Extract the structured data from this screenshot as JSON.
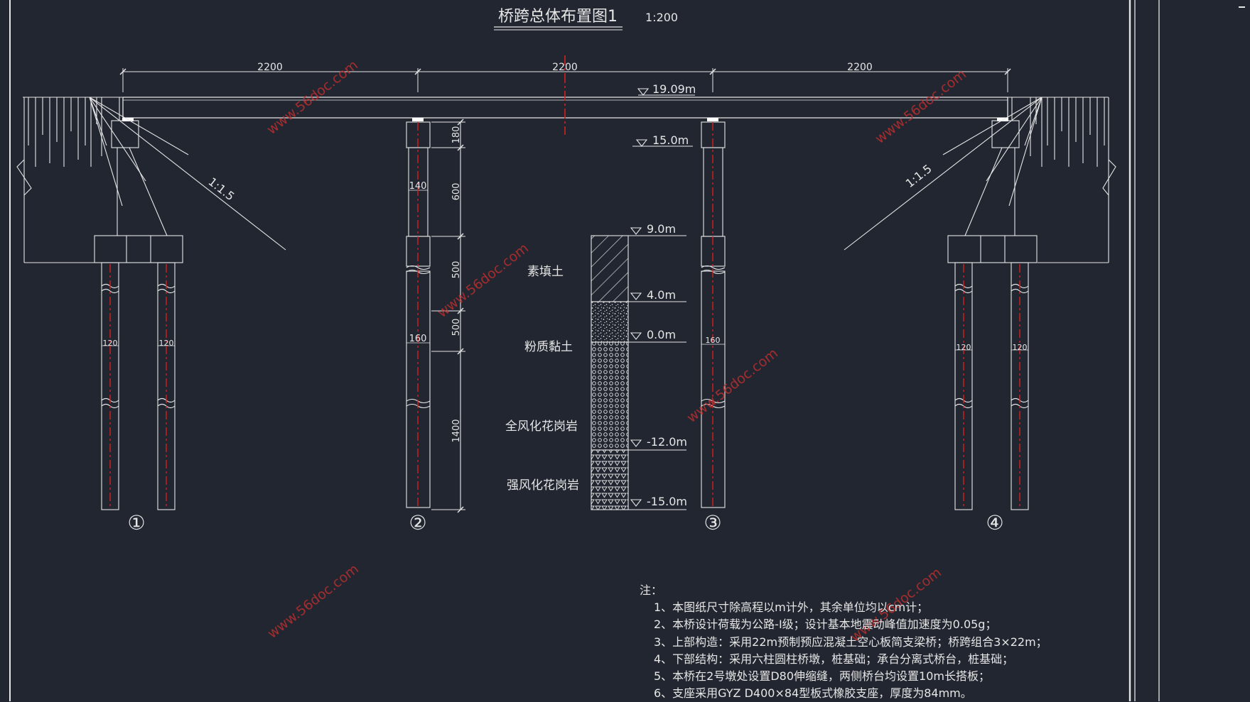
{
  "drawing": {
    "title": "桥跨总体布置图1",
    "scale": "1:200"
  },
  "spans": [
    {
      "label": "2200"
    },
    {
      "label": "2200"
    },
    {
      "label": "2200"
    }
  ],
  "elevations": {
    "deck": "19.09m",
    "cap": "15.0m",
    "e9": "9.0m",
    "e4": "4.0m",
    "e0": "0.0m",
    "em12": "-12.0m",
    "em15": "-15.0m"
  },
  "pier_dims": {
    "cap_height": "180",
    "col_width": "140",
    "seg_600": "600",
    "seg_500a": "500",
    "seg_500b": "500",
    "pile_width": "160",
    "seg_1400": "1400",
    "pier3_pile_width": "160"
  },
  "abutment_dims": {
    "pile_a": "120",
    "pile_b": "120",
    "pile_c": "120",
    "pile_d": "120"
  },
  "slopes": {
    "left": "1:1.5",
    "right": "1:1.5"
  },
  "soil_layers": [
    {
      "name": "素填土"
    },
    {
      "name": "粉质黏土"
    },
    {
      "name": "全风化花岗岩"
    },
    {
      "name": "强风化花岗岩"
    }
  ],
  "pier_numbers": [
    "①",
    "②",
    "③",
    "④"
  ],
  "watermark": "www.56doc.com",
  "notes": {
    "heading": "注：",
    "items": [
      "1、本图纸尺寸除高程以m计外，其余单位均以cm计；",
      "2、本桥设计荷载为公路-Ⅰ级；设计基本地震动峰值加速度为0.05g；",
      "3、上部构造：采用22m预制预应混凝土空心板简支梁桥；桥跨组合3×22m；",
      "4、下部结构：采用六柱圆柱桥墩，桩基础；承台分离式桥台，桩基础；",
      "5、本桥在2号墩处设置D80伸缩缝，两侧桥台均设置10m长搭板；",
      "6、支座采用GYZ D400×84型板式橡胶支座，厚度为84mm。"
    ]
  },
  "colors": {
    "background": "#212630",
    "line": "#e6e6e6",
    "centerline": "#d42020",
    "watermark": "#c03030"
  }
}
